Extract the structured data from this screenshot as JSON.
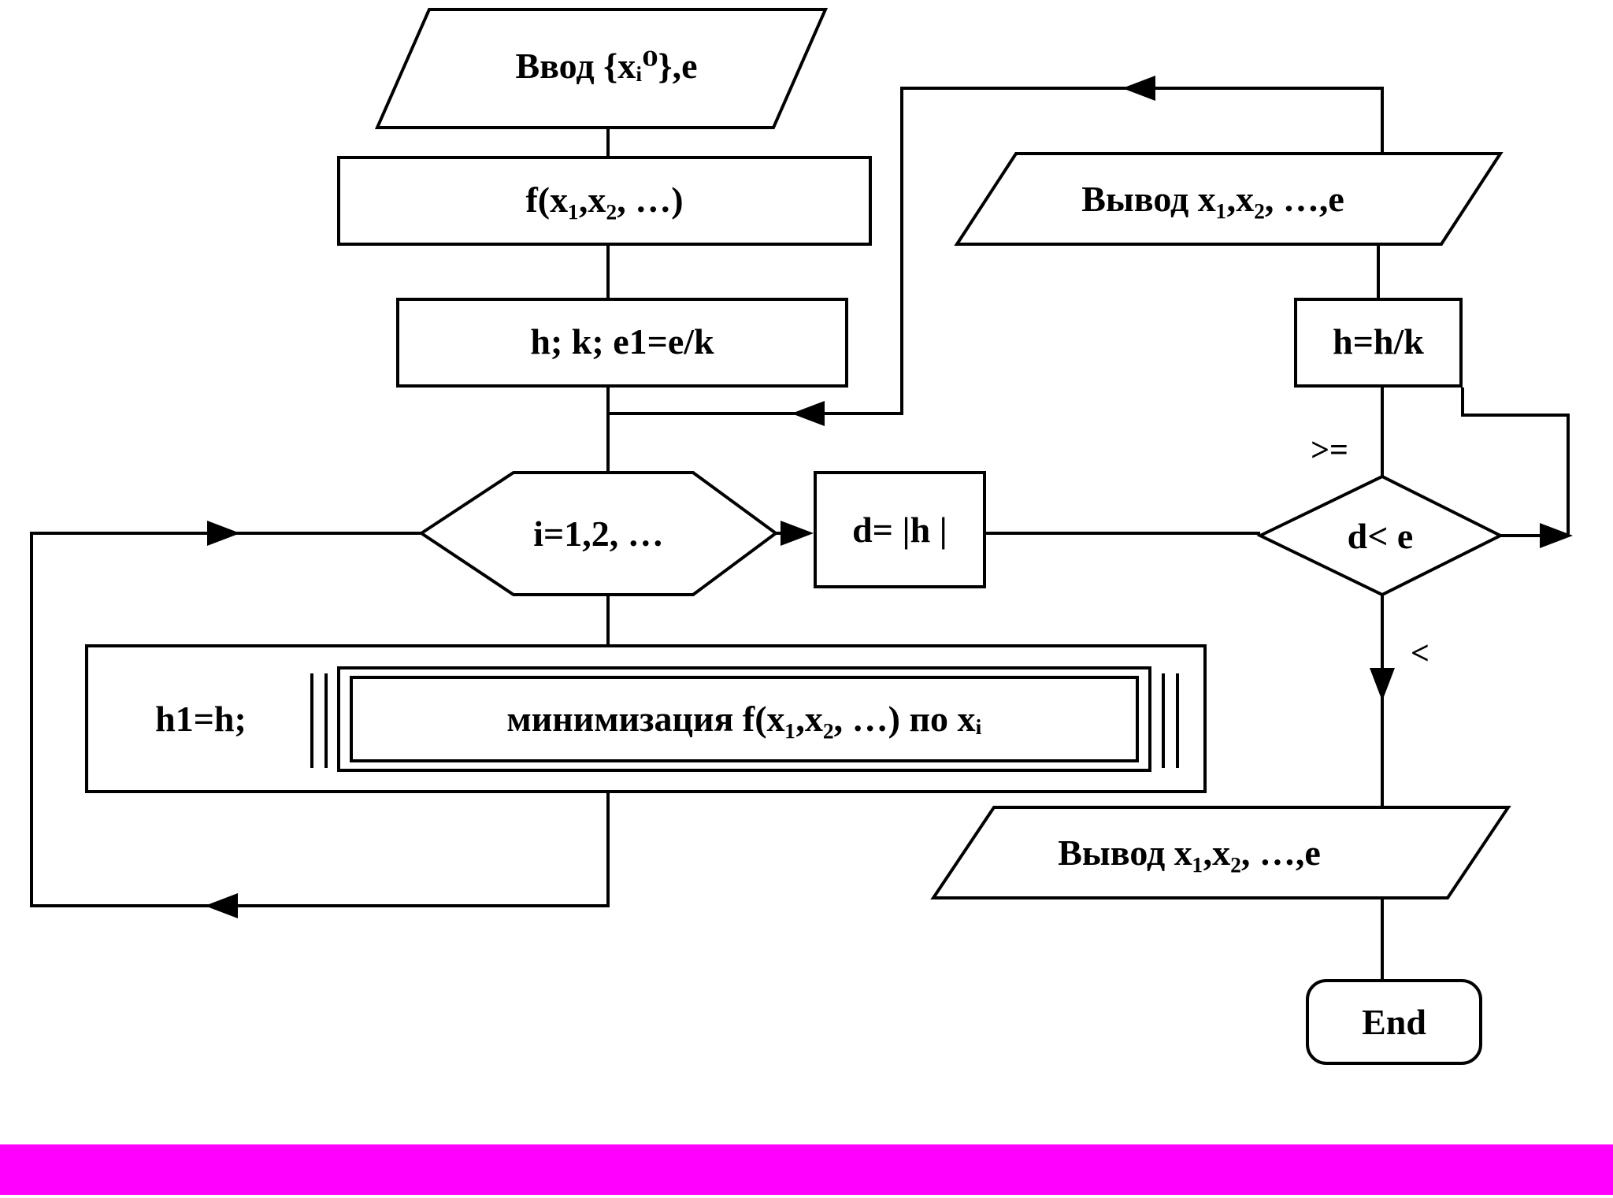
{
  "diagram_title": "coordinate-descent-minimization-flowchart",
  "nodes": {
    "input_top": "Ввод {xᵢ⁰},e",
    "define_function": "f(x₁,x₂, …)",
    "init_params": "h; k; e1=e/k",
    "loop_header": "i=1,2, …",
    "compute_d": "d= |h |",
    "decision": "d< e",
    "output_top": "Вывод x₁,x₂, …,e",
    "step_reduce": "h=h/k",
    "inner_assign": "h1=h;",
    "minimize_subroutine": "минимизация f(x₁,x₂, …) по xᵢ",
    "output_bottom": "Вывод x₁,x₂, …,e",
    "end": "End"
  },
  "branch_labels": {
    "ge": ">=",
    "lt": "<"
  },
  "colors": {
    "line": "#000000",
    "background": "#ffffff",
    "bottom_bar": "#ff00ff"
  }
}
